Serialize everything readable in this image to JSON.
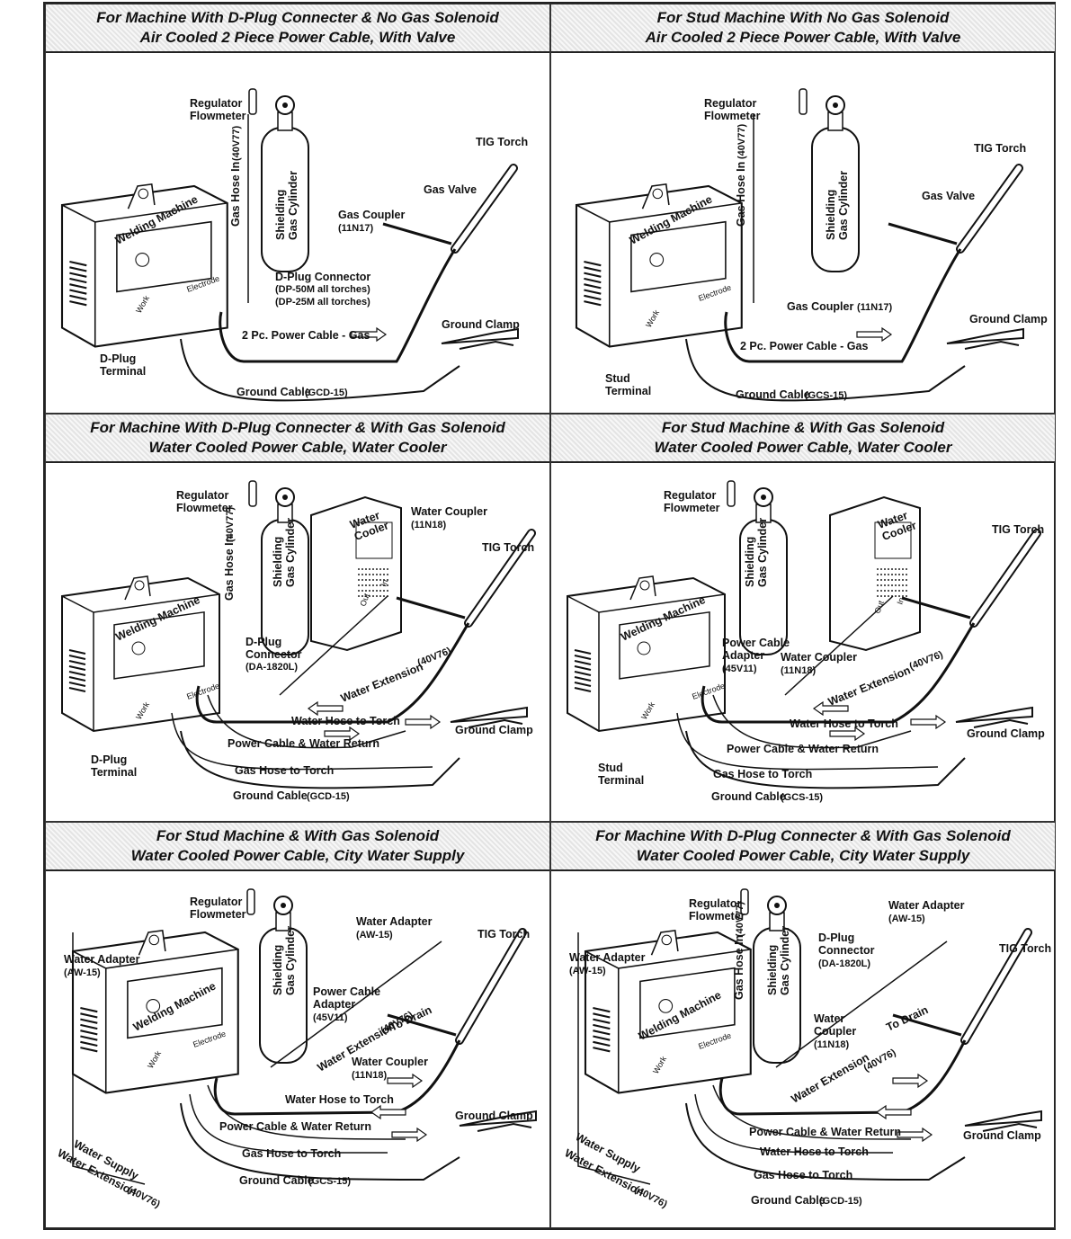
{
  "panels": [
    {
      "header": [
        "For Machine With D-Plug Connecter & No Gas Solenoid",
        "Air Cooled 2 Piece Power Cable, With Valve"
      ],
      "labels": {
        "regulator": "Regulator\nFlowmeter",
        "gas_hose_in": "Gas Hose In",
        "gas_hose_in_pn": "(40V77)",
        "cylinder": "Shielding\nGas Cylinder",
        "welding_machine": "Welding Machine",
        "gas_coupler": "Gas Coupler",
        "gas_coupler_pn": "(11N17)",
        "dplug": "D-Plug Connector",
        "dplug_pn": "(DP-50M all torches)\n(DP-25M all torches)",
        "tig_torch": "TIG Torch",
        "gas_valve": "Gas Valve",
        "ground_clamp": "Ground Clamp",
        "power_cable": "2 Pc. Power Cable - Gas",
        "ground_cable": "Ground Cable",
        "ground_cable_pn": "(GCD-15)",
        "terminal": "D-Plug\nTerminal",
        "work": "Work",
        "electrode": "Electrode"
      }
    },
    {
      "header": [
        "For Stud Machine With No Gas Solenoid",
        "Air Cooled 2 Piece Power Cable, With Valve"
      ],
      "labels": {
        "regulator": "Regulator\nFlowmeter",
        "gas_hose_in": "Gas Hose In",
        "gas_hose_in_pn": "(40V77)",
        "cylinder": "Shielding\nGas Cylinder",
        "welding_machine": "Welding Machine",
        "gas_coupler": "Gas Coupler",
        "gas_coupler_pn": "(11N17)",
        "tig_torch": "TIG Torch",
        "gas_valve": "Gas Valve",
        "ground_clamp": "Ground Clamp",
        "power_cable": "2 Pc. Power Cable - Gas",
        "ground_cable": "Ground Cable",
        "ground_cable_pn": "(GCS-15)",
        "terminal": "Stud\nTerminal",
        "work": "Work",
        "electrode": "Electrode"
      }
    },
    {
      "header": [
        "For Machine With D-Plug Connecter & With Gas Solenoid",
        "Water Cooled Power Cable, Water Cooler"
      ],
      "labels": {
        "regulator": "Regulator\nFlowmeter",
        "gas_hose_in": "Gas Hose In",
        "gas_hose_in_pn": "(40V77)",
        "cylinder": "Shielding\nGas Cylinder",
        "water_cooler": "Water\nCooler",
        "water_coupler": "Water Coupler",
        "water_coupler_pn": "(11N18)",
        "tig_torch": "TIG Torch",
        "welding_machine": "Welding Machine",
        "dplug": "D-Plug\nConnector",
        "dplug_pn": "(DA-1820L)",
        "water_extension": "Water Extension",
        "water_extension_pn": "(40V76)",
        "water_hose": "Water Hose to Torch",
        "ground_clamp": "Ground Clamp",
        "power_return": "Power Cable & Water Return",
        "gas_hose": "Gas Hose to Torch",
        "ground_cable": "Ground Cable",
        "ground_cable_pn": "(GCD-15)",
        "terminal": "D-Plug\nTerminal",
        "out": "Out",
        "in": "In",
        "work": "Work",
        "electrode": "Electrode"
      }
    },
    {
      "header": [
        "For Stud Machine & With Gas Solenoid",
        "Water Cooled Power Cable, Water Cooler"
      ],
      "labels": {
        "regulator": "Regulator\nFlowmeter",
        "cylinder": "Shielding\nGas Cylinder",
        "water_cooler": "Water\nCooler",
        "tig_torch": "TIG Torch",
        "welding_machine": "Welding Machine",
        "adapter": "Power Cable\nAdapter",
        "adapter_pn": "(45V11)",
        "water_coupler": "Water Coupler",
        "water_coupler_pn": "(11N18)",
        "water_extension": "Water Extension",
        "water_extension_pn": "(40V76)",
        "water_hose": "Water Hose to Torch",
        "ground_clamp": "Ground Clamp",
        "power_return": "Power Cable & Water Return",
        "gas_hose": "Gas Hose to Torch",
        "ground_cable": "Ground Cable",
        "ground_cable_pn": "(GCS-15)",
        "terminal": "Stud\nTerminal",
        "out": "Out",
        "in": "In",
        "work": "Work",
        "electrode": "Electrode"
      }
    },
    {
      "header": [
        "For Stud Machine & With Gas Solenoid",
        "Water Cooled Power Cable, City Water Supply"
      ],
      "labels": {
        "regulator": "Regulator\nFlowmeter",
        "cylinder": "Shielding\nGas Cylinder",
        "water_adapter_top": "Water Adapter",
        "water_adapter_top_pn": "(AW-15)",
        "tig_torch": "TIG Torch",
        "water_adapter_left": "Water Adapter",
        "water_adapter_left_pn": "(AW-15)",
        "welding_machine": "Welding Machine",
        "adapter": "Power Cable\nAdapter",
        "adapter_pn": "(45V11)",
        "water_extension": "Water Extension",
        "water_extension_pn": "(40V76)",
        "to_drain": "To Drain",
        "water_coupler": "Water Coupler",
        "water_coupler_pn": "(11N18)",
        "water_hose": "Water Hose to Torch",
        "ground_clamp": "Ground Clamp",
        "power_return": "Power Cable & Water Return",
        "gas_hose": "Gas Hose to Torch",
        "ground_cable": "Ground Cable",
        "ground_cable_pn": "(GCS-15)",
        "water_supply": "Water Supply",
        "water_ext_bottom": "Water Extension",
        "water_ext_bottom_pn": "(40V76)",
        "work": "Work",
        "electrode": "Electrode"
      }
    },
    {
      "header": [
        "For Machine With D-Plug Connecter & With Gas Solenoid",
        "Water Cooled Power Cable, City Water Supply"
      ],
      "labels": {
        "regulator": "Regulator\nFlowmeter",
        "gas_hose_in": "Gas Hose In",
        "gas_hose_in_pn": "(40V77)",
        "cylinder": "Shielding\nGas Cylinder",
        "water_adapter_top": "Water Adapter",
        "water_adapter_top_pn": "(AW-15)",
        "tig_torch": "TIG Torch",
        "water_adapter_left": "Water Adapter",
        "water_adapter_left_pn": "(AW-15)",
        "dplug": "D-Plug\nConnector",
        "dplug_pn": "(DA-1820L)",
        "welding_machine": "Welding Machine",
        "water_coupler": "Water\nCoupler",
        "water_coupler_pn": "(11N18)",
        "to_drain": "To Drain",
        "water_extension": "Water Extension",
        "water_extension_pn": "(40V76)",
        "ground_clamp": "Ground Clamp",
        "power_return": "Power Cable & Water Return",
        "water_hose": "Water Hose to Torch",
        "gas_hose": "Gas Hose to Torch",
        "ground_cable": "Ground Cable",
        "ground_cable_pn": "(GCD-15)",
        "water_supply": "Water Supply",
        "water_ext_bottom": "Water Extension",
        "water_ext_bottom_pn": "(40V76)",
        "work": "Work",
        "electrode": "Electrode"
      }
    }
  ]
}
